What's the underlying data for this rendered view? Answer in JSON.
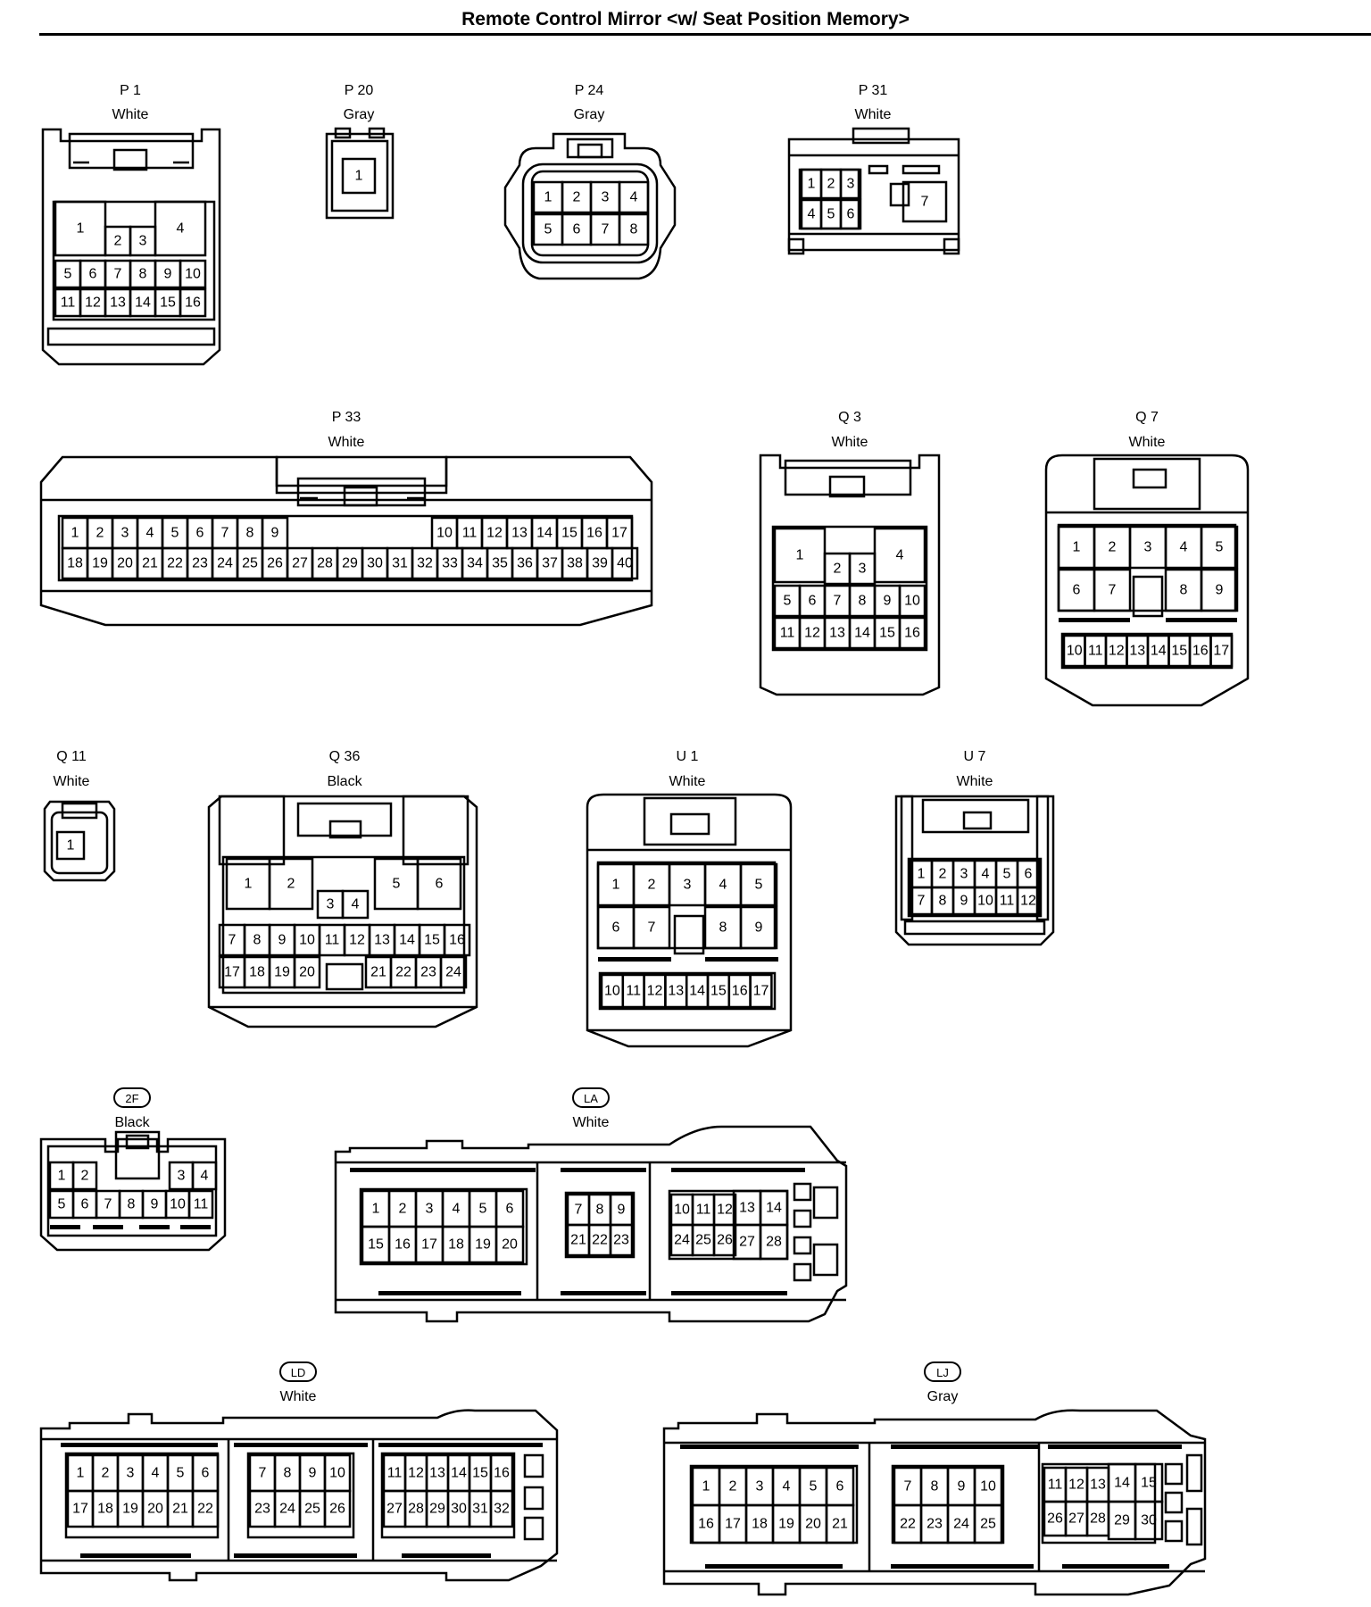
{
  "title": "Remote Control Mirror <w/ Seat Position Memory>",
  "connectors": [
    {
      "key": "p1",
      "id": "P 1",
      "color": "White"
    },
    {
      "key": "p20",
      "id": "P 20",
      "color": "Gray"
    },
    {
      "key": "p24",
      "id": "P 24",
      "color": "Gray"
    },
    {
      "key": "p31",
      "id": "P 31",
      "color": "White"
    },
    {
      "key": "p33",
      "id": "P 33",
      "color": "White"
    },
    {
      "key": "q3",
      "id": "Q 3",
      "color": "White"
    },
    {
      "key": "q7",
      "id": "Q 7",
      "color": "White"
    },
    {
      "key": "q11",
      "id": "Q 11",
      "color": "White"
    },
    {
      "key": "q36",
      "id": "Q 36",
      "color": "Black"
    },
    {
      "key": "u1",
      "id": "U 1",
      "color": "White"
    },
    {
      "key": "u7",
      "id": "U 7",
      "color": "White"
    },
    {
      "key": "2f",
      "id": "2F",
      "color": "Black",
      "badge": true
    },
    {
      "key": "la",
      "id": "LA",
      "color": "White",
      "badge": true
    },
    {
      "key": "ld",
      "id": "LD",
      "color": "White",
      "badge": true
    },
    {
      "key": "lj",
      "id": "LJ",
      "color": "Gray",
      "badge": true
    }
  ]
}
